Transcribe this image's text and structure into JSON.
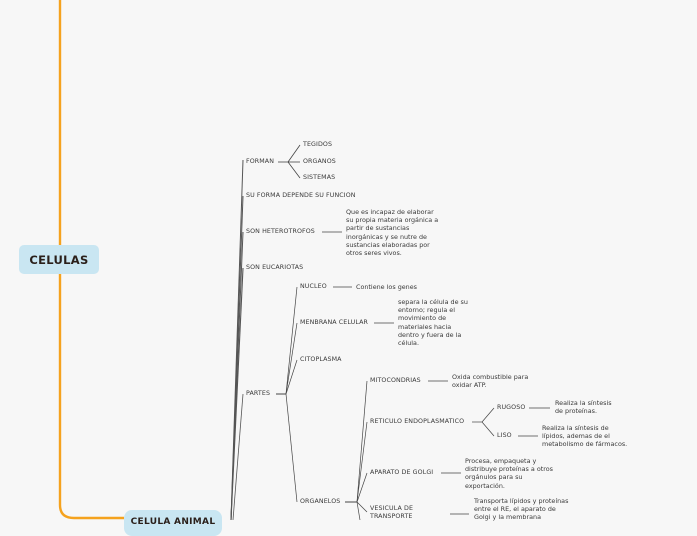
{
  "colors": {
    "background": "#f7f7f7",
    "main_branch": "#f5a21e",
    "root_fill": "#c9e6f2",
    "line": "#555555",
    "text": "#3a3a3a"
  },
  "root": {
    "label": "CELULAS"
  },
  "second_root": {
    "label": "CELULA ANIMAL"
  },
  "branches": {
    "forman": {
      "label": "FORMAN",
      "children": [
        "TEGIDOS",
        "ORGANOS",
        "SISTEMAS"
      ]
    },
    "su_forma": {
      "label": "SU FORMA DEPENDE SU FUNCION"
    },
    "heterotrofos": {
      "label": "SON HETEROTROFOS",
      "desc": "Que es incapaz de elaborar\nsu propia materia orgánica a\npartir de sustancias\ninorgánicas y se nutre de\nsustancias elaboradas por\notros seres vivos."
    },
    "eucariotas": {
      "label": "SON EUCARIOTAS"
    },
    "partes": {
      "label": "PARTES",
      "nucleo": {
        "label": "NUCLEO",
        "desc": "Contiene los genes"
      },
      "membrana": {
        "label": "MENBRANA CELULAR",
        "desc": "separa la célula de su\nentorno; regula el\nmovimiento de\nmateriales hacia\ndentro y fuera de la\ncélula."
      },
      "citoplasma": {
        "label": "CITOPLASMA"
      },
      "organelos": {
        "label": "ORGANELOS",
        "mitocondrias": {
          "label": "MITOCONDRIAS",
          "desc": "Oxida combustible para\noxidar ATP."
        },
        "reticulo": {
          "label": "RETICULO ENDOPLASMATICO",
          "rugoso": {
            "label": "RUGOSO",
            "desc": "Realiza la síntesis\nde proteínas."
          },
          "liso": {
            "label": "LISO",
            "desc": "Realiza la síntesis de\nlípidos, ademas de el\nmetabolismo de fármacos."
          }
        },
        "golgi": {
          "label": "APARATO DE GOLGI",
          "desc": "Procesa, empaqueta y\ndistribuye proteínas a otros\norgánulos para su\nexportación."
        },
        "vesicula": {
          "label": "VESICULA DE\nTRANSPORTE",
          "desc": "Transporta lípidos y proteínas\nentre el RE, el aparato de\nGolgi y la membrana"
        }
      }
    }
  }
}
